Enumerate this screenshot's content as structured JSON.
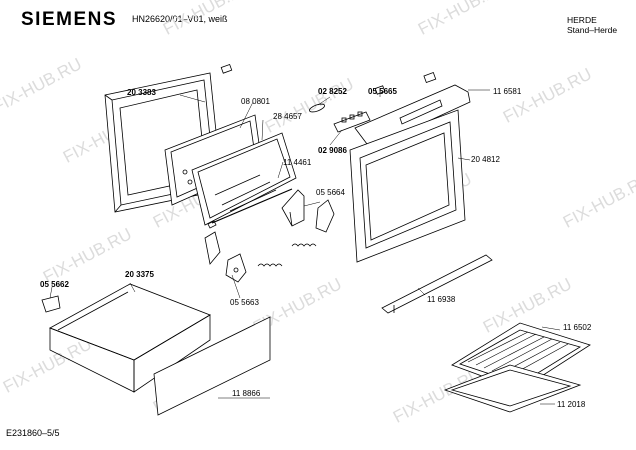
{
  "header": {
    "brand": "SIEMENS",
    "model": "HN26620/01–V01, weiß",
    "category_line1": "HERDE",
    "category_line2": "Stand–Herde"
  },
  "footer": {
    "doc_id": "E231860–5/5"
  },
  "watermark": "FIX-HUB.RU",
  "parts": [
    {
      "id": "p1",
      "number": "20 3383",
      "bold": true
    },
    {
      "id": "p2",
      "number": "08 0801",
      "bold": false
    },
    {
      "id": "p3",
      "number": "28 4657",
      "bold": false
    },
    {
      "id": "p4",
      "number": "02 8252",
      "bold": true
    },
    {
      "id": "p5",
      "number": "05 5665",
      "bold": true
    },
    {
      "id": "p6",
      "number": "11 6581",
      "bold": false
    },
    {
      "id": "p7",
      "number": "02 9086",
      "bold": true
    },
    {
      "id": "p8",
      "number": "11 4461",
      "bold": false
    },
    {
      "id": "p9",
      "number": "20 4812",
      "bold": false
    },
    {
      "id": "p10",
      "number": "05 5664",
      "bold": false
    },
    {
      "id": "p11",
      "number": "20 3375",
      "bold": true
    },
    {
      "id": "p12",
      "number": "05 5662",
      "bold": true
    },
    {
      "id": "p13",
      "number": "05 5663",
      "bold": false
    },
    {
      "id": "p14",
      "number": "11 6938",
      "bold": false
    },
    {
      "id": "p15",
      "number": "11 6502",
      "bold": false
    },
    {
      "id": "p16",
      "number": "11 8866",
      "bold": false
    },
    {
      "id": "p17",
      "number": "11 2018",
      "bold": false
    }
  ]
}
